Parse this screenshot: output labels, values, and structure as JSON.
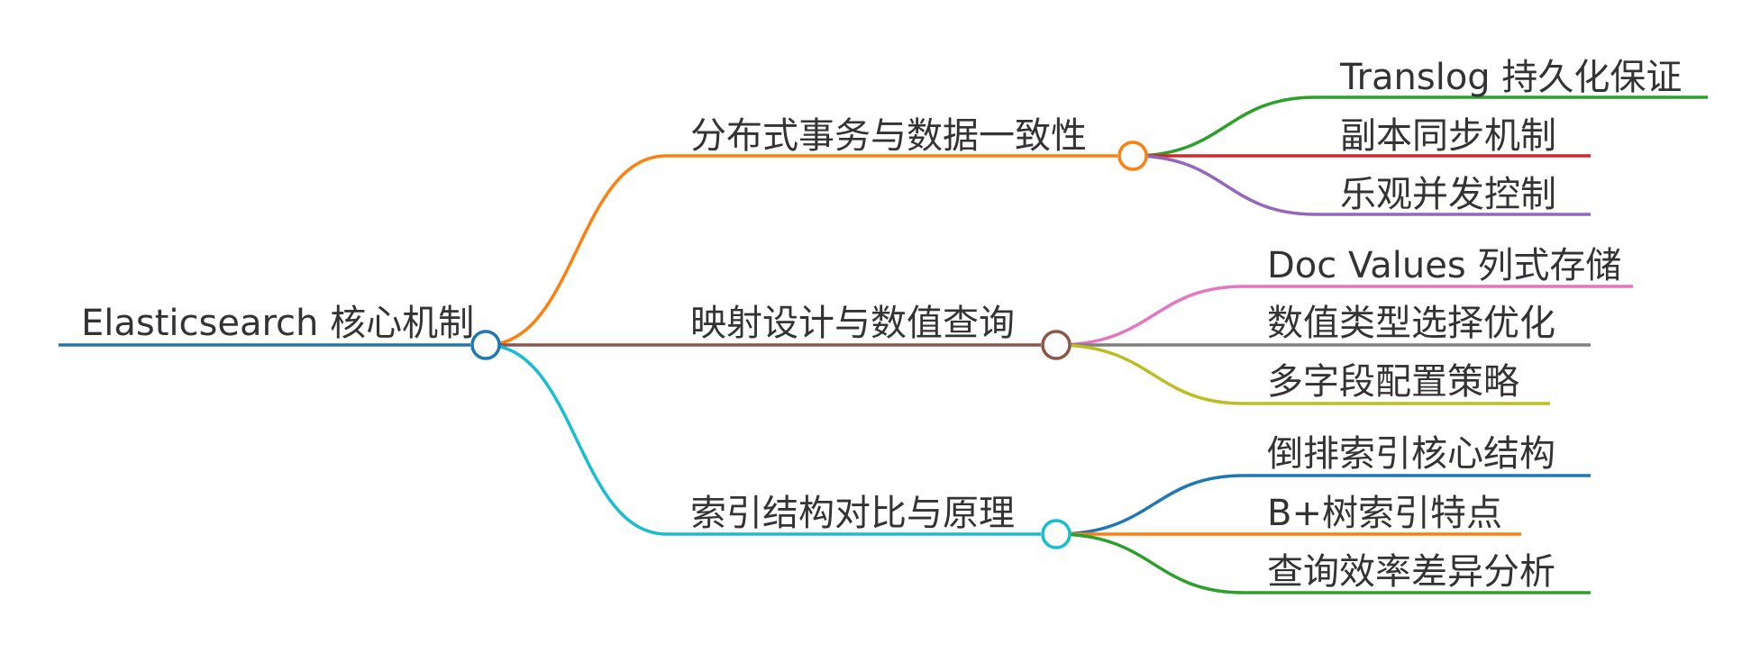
{
  "root": {
    "label": "Elasticsearch 核心机制",
    "color": "#1f77b4"
  },
  "topics": [
    {
      "label": "分布式事务与数据一致性",
      "color": "#ff7f0e",
      "children": [
        {
          "label": "Translog 持久化保证",
          "color": "#2ca02c"
        },
        {
          "label": "副本同步机制",
          "color": "#d62728"
        },
        {
          "label": "乐观并发控制",
          "color": "#9467bd"
        }
      ]
    },
    {
      "label": "映射设计与数值查询",
      "color": "#8c564b",
      "children": [
        {
          "label": "Doc Values 列式存储",
          "color": "#e377c2"
        },
        {
          "label": "数值类型选择优化",
          "color": "#7f7f7f"
        },
        {
          "label": "多字段配置策略",
          "color": "#bcbd22"
        }
      ]
    },
    {
      "label": "索引结构对比与原理",
      "color": "#17becf",
      "children": [
        {
          "label": "倒排索引核心结构",
          "color": "#1f77b4"
        },
        {
          "label": "B+树索引特点",
          "color": "#ff7f0e"
        },
        {
          "label": "查询效率差异分析",
          "color": "#2ca02c"
        }
      ]
    }
  ]
}
